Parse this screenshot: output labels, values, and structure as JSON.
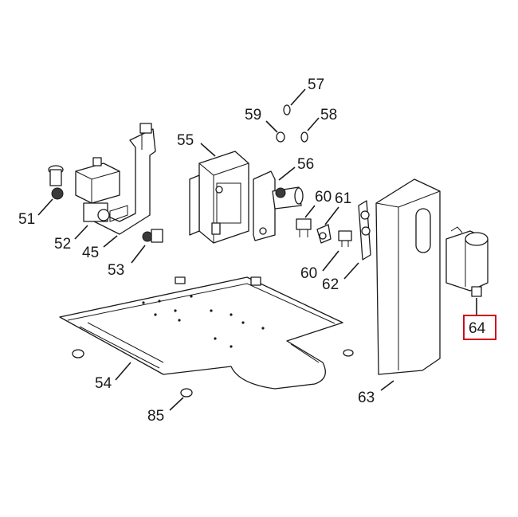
{
  "diagram": {
    "highlight_color": "#d0021b",
    "highlighted_label": "64",
    "callouts": [
      {
        "id": "57",
        "text": "57"
      },
      {
        "id": "59",
        "text": "59"
      },
      {
        "id": "58",
        "text": "58"
      },
      {
        "id": "55",
        "text": "55"
      },
      {
        "id": "56",
        "text": "56"
      },
      {
        "id": "60a",
        "text": "60"
      },
      {
        "id": "61",
        "text": "61"
      },
      {
        "id": "51",
        "text": "51"
      },
      {
        "id": "52",
        "text": "52"
      },
      {
        "id": "45",
        "text": "45"
      },
      {
        "id": "53",
        "text": "53"
      },
      {
        "id": "60b",
        "text": "60"
      },
      {
        "id": "62",
        "text": "62"
      },
      {
        "id": "64",
        "text": "64"
      },
      {
        "id": "54",
        "text": "54"
      },
      {
        "id": "63",
        "text": "63"
      },
      {
        "id": "85",
        "text": "85"
      }
    ]
  }
}
